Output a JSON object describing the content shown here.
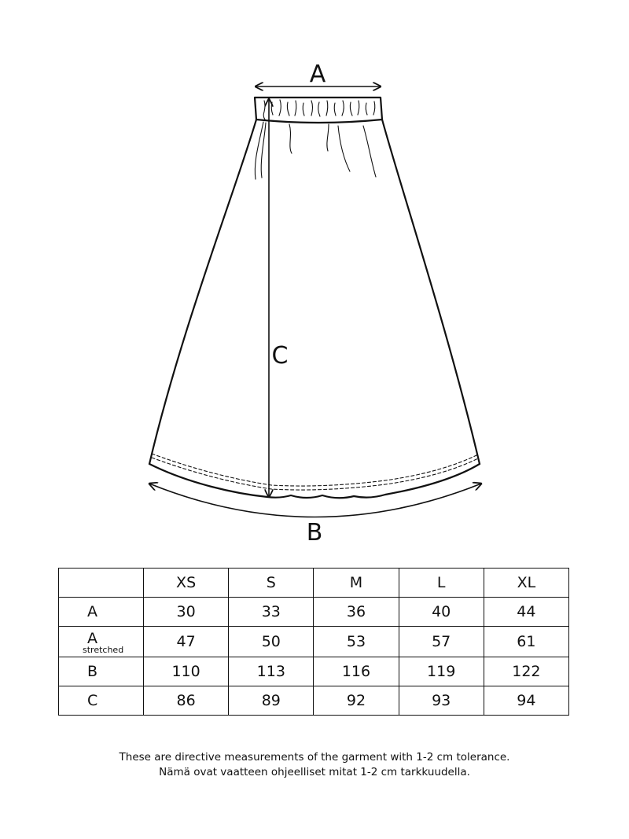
{
  "diagram": {
    "label_a": "A",
    "label_b": "B",
    "label_c": "C"
  },
  "table": {
    "sizes": [
      "XS",
      "S",
      "M",
      "L",
      "XL"
    ],
    "rows": [
      {
        "label": "A",
        "sublabel": "",
        "values": [
          "30",
          "33",
          "36",
          "40",
          "44"
        ]
      },
      {
        "label": "A",
        "sublabel": "stretched",
        "values": [
          "47",
          "50",
          "53",
          "57",
          "61"
        ]
      },
      {
        "label": "B",
        "sublabel": "",
        "values": [
          "110",
          "113",
          "116",
          "119",
          "122"
        ]
      },
      {
        "label": "C",
        "sublabel": "",
        "values": [
          "86",
          "89",
          "92",
          "93",
          "94"
        ]
      }
    ]
  },
  "notes": {
    "english": "These are directive measurements of the garment with 1-2 cm tolerance.",
    "finnish": "Nämä ovat vaatteen ohjeelliset mitat 1-2 cm tarkkuudella."
  }
}
